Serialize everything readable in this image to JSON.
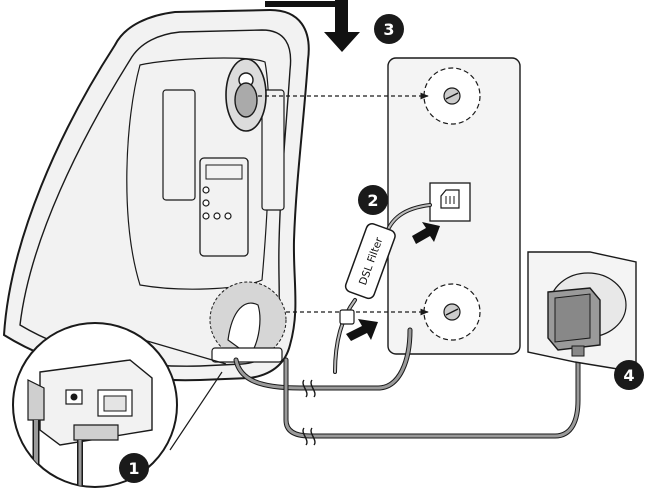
{
  "diagram": {
    "steps": [
      {
        "number": "1",
        "target": "base-station-sockets"
      },
      {
        "number": "2",
        "target": "dsl-filter-connection"
      },
      {
        "number": "3",
        "target": "mount-down"
      },
      {
        "number": "4",
        "target": "power-outlet"
      }
    ],
    "dsl_filter_label": "DSL Filter",
    "colors": {
      "outline": "#1a1a1a",
      "device_fill": "#f2f2f2",
      "panel_fill": "#f4f4f4",
      "cable": "#9a9a9a",
      "arrow": "#111111",
      "badge": "#1a1a1a",
      "highlight": "#d6d6d6"
    },
    "icons": [
      "screw-icon",
      "arrow-icon",
      "phone-jack-icon",
      "power-adapter-icon"
    ]
  }
}
